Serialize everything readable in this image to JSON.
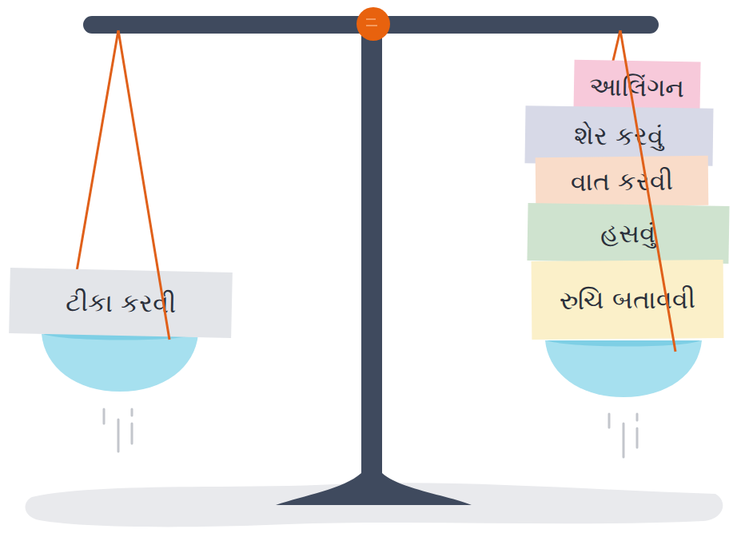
{
  "diagram": {
    "nodes": [
      {
        "text": [
          "ટીકા કરવી"
        ]
      },
      {
        "text": [
          "આલિંગન"
        ]
      },
      {
        "text": [
          "શેર કરવું"
        ]
      },
      {
        "text": [
          "વાત કરવી"
        ]
      },
      {
        "text": [
          "હસવું"
        ]
      },
      {
        "text": [
          "રુચિ બતાવવી"
        ]
      }
    ]
  }
}
